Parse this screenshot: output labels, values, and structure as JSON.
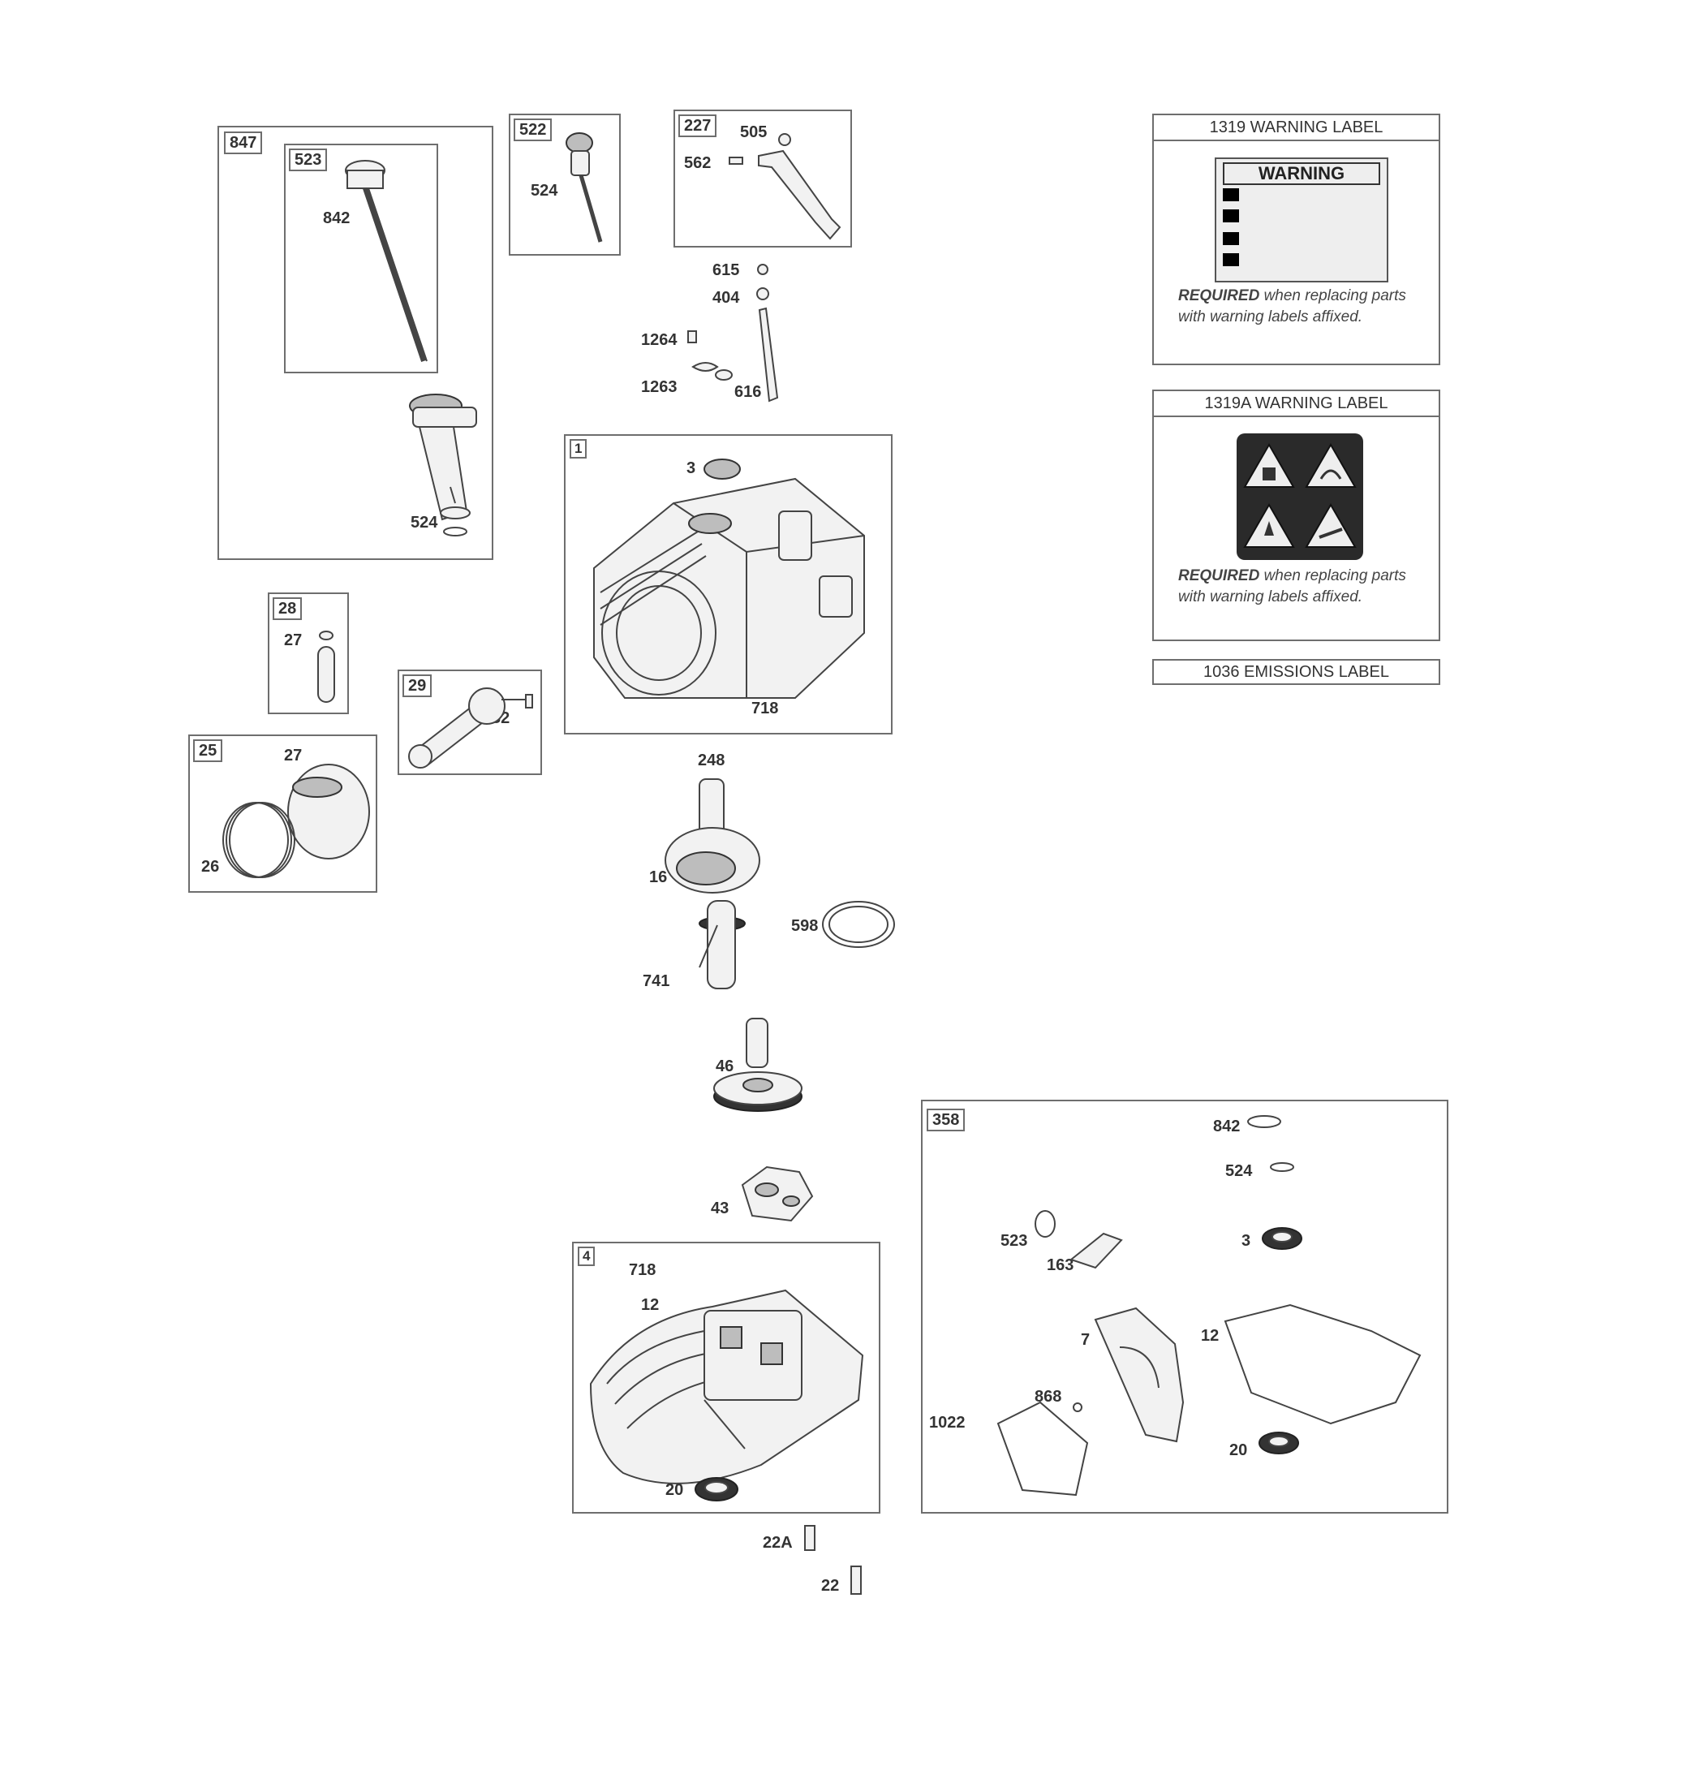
{
  "callouts": {
    "b847": "847",
    "b523": "523",
    "p842a": "842",
    "p524a": "524",
    "b522": "522",
    "p524b": "524",
    "b227": "227",
    "p505": "505",
    "p562": "562",
    "p615": "615",
    "p404": "404",
    "p1264": "1264",
    "p1263": "1263",
    "p616": "616",
    "b1": "1",
    "p3a": "3",
    "p718a": "718",
    "b28": "28",
    "p27a": "27",
    "b29": "29",
    "p32": "32",
    "b25": "25",
    "p27b": "27",
    "p26": "26",
    "p248": "248",
    "p16": "16",
    "p598": "598",
    "p741": "741",
    "p46": "46",
    "p43": "43",
    "b4": "4",
    "p718b": "718",
    "p12a": "12",
    "p20a": "20",
    "p22A": "22A",
    "p22": "22",
    "b358": "358",
    "p842b": "842",
    "p524c": "524",
    "p3b": "3",
    "p523": "523",
    "p163": "163",
    "p7": "7",
    "p12b": "12",
    "p868": "868",
    "p1022": "1022",
    "p20b": "20"
  },
  "labels": {
    "warning1": {
      "title": "1319 WARNING LABEL",
      "sticker_heading": "WARNING",
      "required_bold": "REQUIRED",
      "required_text": " when replacing parts with warning labels affixed."
    },
    "warning2": {
      "title": "1319A WARNING LABEL",
      "required_bold": "REQUIRED",
      "required_text": " when replacing parts with warning labels affixed."
    },
    "emissions": {
      "title": "1036 EMISSIONS LABEL"
    }
  },
  "colors": {
    "line": "#6e6e6e",
    "part_fill": "#f2f2f2",
    "dark": "#333333"
  }
}
